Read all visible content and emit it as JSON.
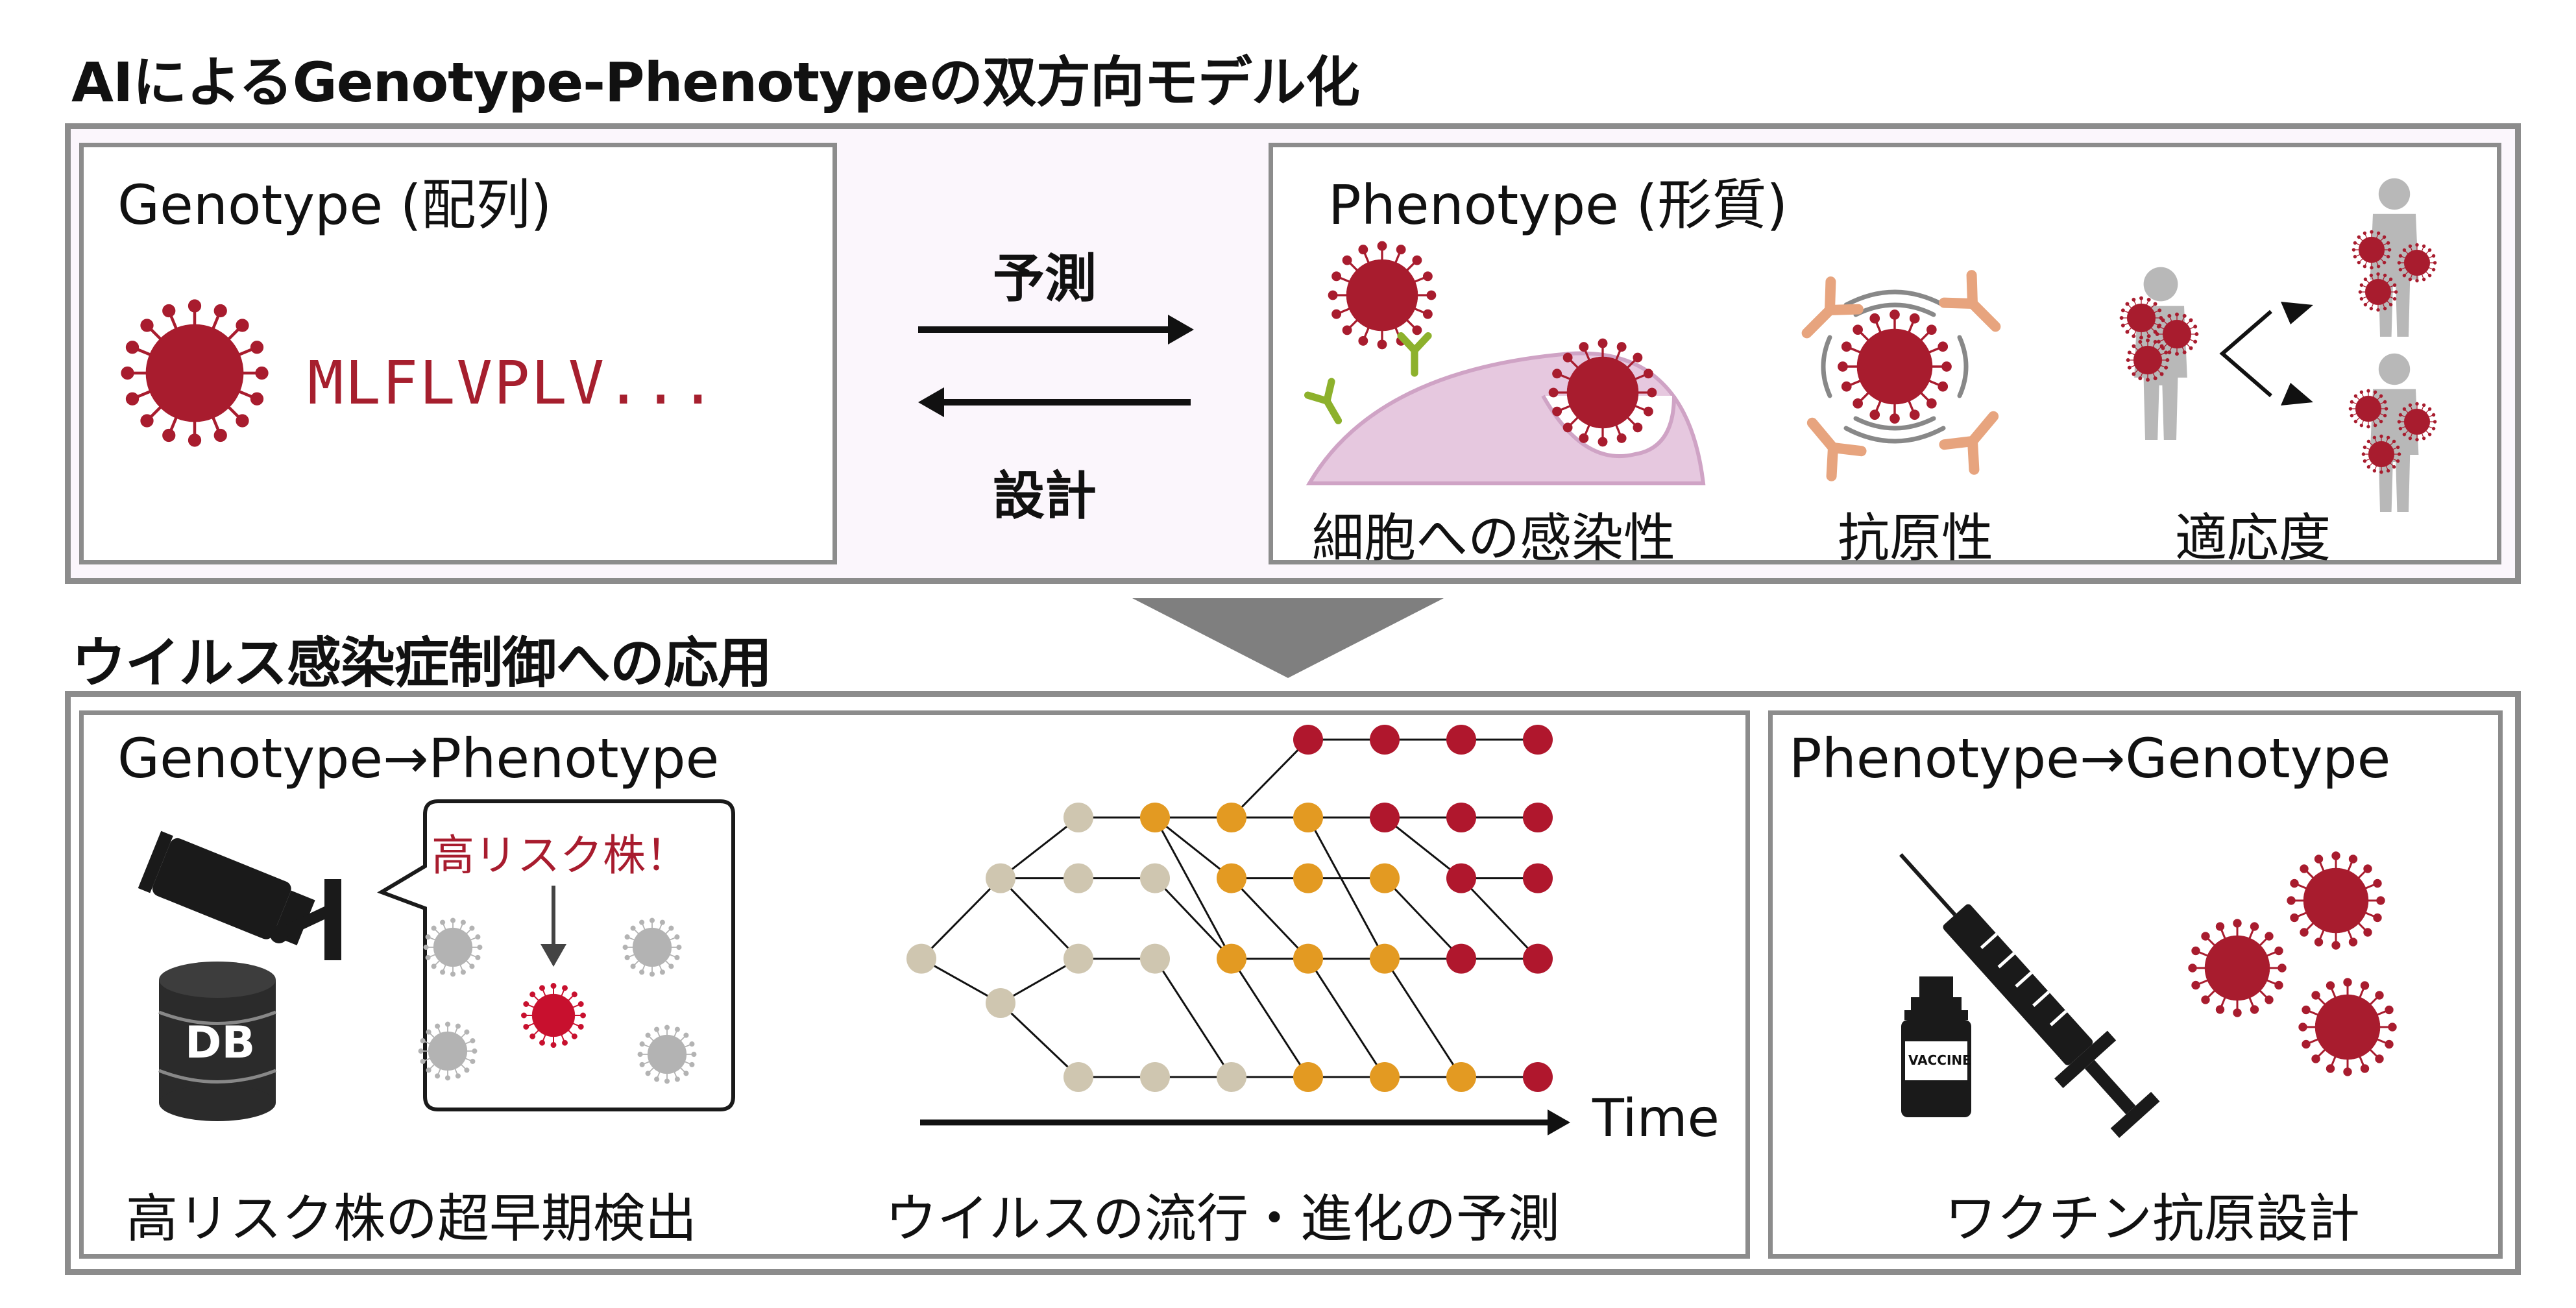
{
  "top_title": "AIによるGenotype-Phenotypeの双方向モデル化",
  "genotype_panel": {
    "label": "Genotype (配列)",
    "sequence": "MLFLVPLV..."
  },
  "arrows": {
    "predict_label": "予測",
    "design_label": "設計"
  },
  "phenotype_panel": {
    "label": "Phenotype (形質)",
    "captions": [
      "細胞への感染性",
      "抗原性",
      "適応度"
    ]
  },
  "bottom_title": "ウイルス感染症制御への応用",
  "g2p_panel": {
    "label": "Genotype→Phenotype",
    "speech": "高リスク株！",
    "db_label": "DB",
    "caption_left": "高リスク株の超早期検出",
    "caption_right": "ウイルスの流行・進化の予測",
    "time_label": "Time"
  },
  "p2g_panel": {
    "label": "Phenotype→Genotype",
    "vaccine_label": "VACCINE",
    "caption": "ワクチン抗原設計"
  },
  "colors": {
    "virus_red": "#a81c2e",
    "virus_gray": "#b3b3b3",
    "node_beige": "#cfc6b0",
    "node_orange": "#e39a22",
    "node_red": "#b0172d",
    "cell_pink": "#e6c8df",
    "antibody_orange": "#e7a47e",
    "panel_border": "#8c8c8c"
  }
}
